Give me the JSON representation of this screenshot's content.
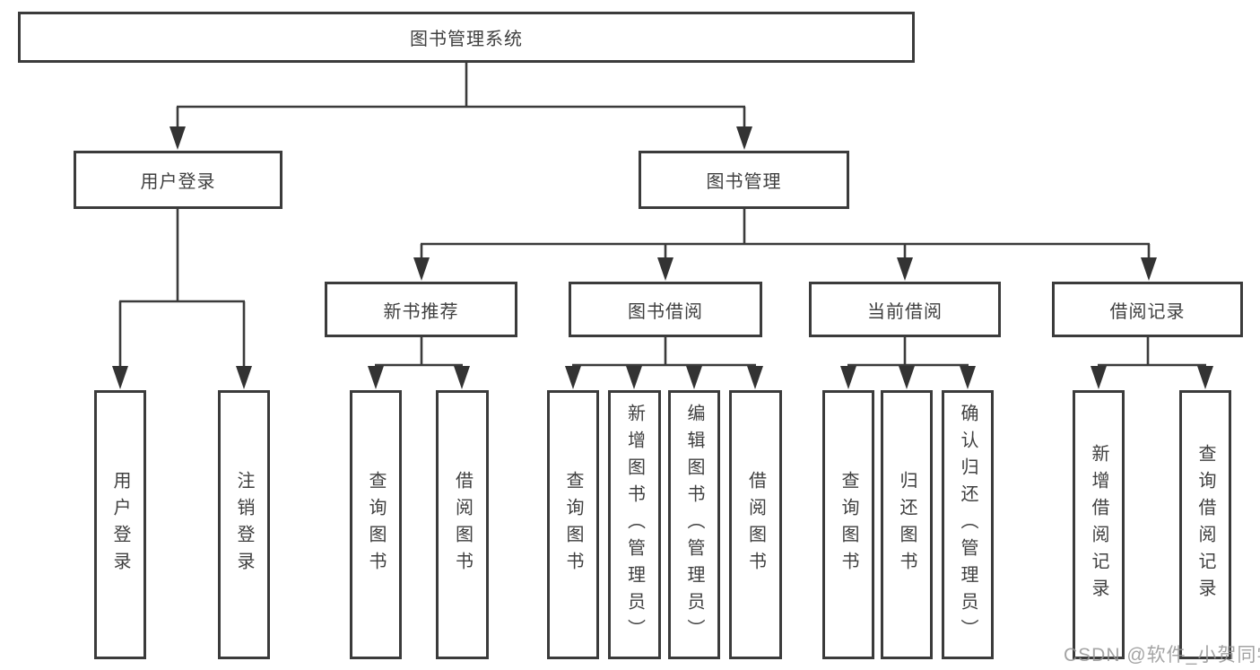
{
  "tree": {
    "root": "图书管理系统",
    "login": {
      "label": "用户登录",
      "children": [
        "用户登录",
        "注销登录"
      ]
    },
    "mgmt": {
      "label": "图书管理",
      "groups": [
        {
          "label": "新书推荐",
          "children": [
            "查询图书",
            "借阅图书"
          ]
        },
        {
          "label": "图书借阅",
          "children": [
            "查询图书",
            "新增图书（管理员）",
            "编辑图书（管理员）",
            "借阅图书"
          ]
        },
        {
          "label": "当前借阅",
          "children": [
            "查询图书",
            "归还图书",
            "确认归还（管理员）"
          ]
        },
        {
          "label": "借阅记录",
          "children": [
            "新增借阅记录",
            "查询借阅记录"
          ]
        }
      ]
    }
  },
  "watermark": "CSDN @软件_小贺同学",
  "colors": {
    "line": "#3b3b3b",
    "text": "#3f3f3f",
    "watermark": "#949494"
  }
}
